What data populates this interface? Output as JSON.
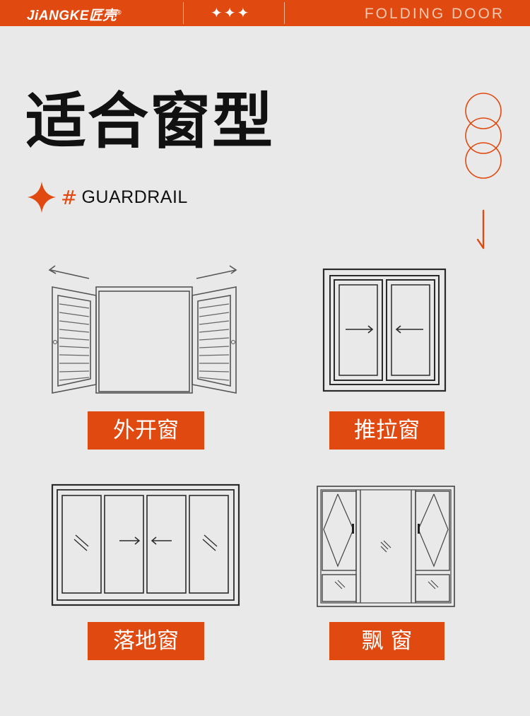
{
  "header": {
    "brand": "JiANGKE匠壳",
    "brand_mark": "®",
    "stars": "✦✦✦",
    "tagline": "FOLDING DOOR"
  },
  "main": {
    "title": "适合窗型",
    "subtitle_hash": "#",
    "subtitle": "GUARDRAIL"
  },
  "window_types": [
    {
      "label": "外开窗",
      "illustration": "casement-window"
    },
    {
      "label": "推拉窗",
      "illustration": "sliding-window"
    },
    {
      "label": "落地窗",
      "illustration": "floor-to-ceiling-window"
    },
    {
      "label": "飘 窗",
      "illustration": "bay-window"
    }
  ],
  "colors": {
    "accent": "#e04a10",
    "background": "#e9e9e9",
    "text": "#111111"
  }
}
